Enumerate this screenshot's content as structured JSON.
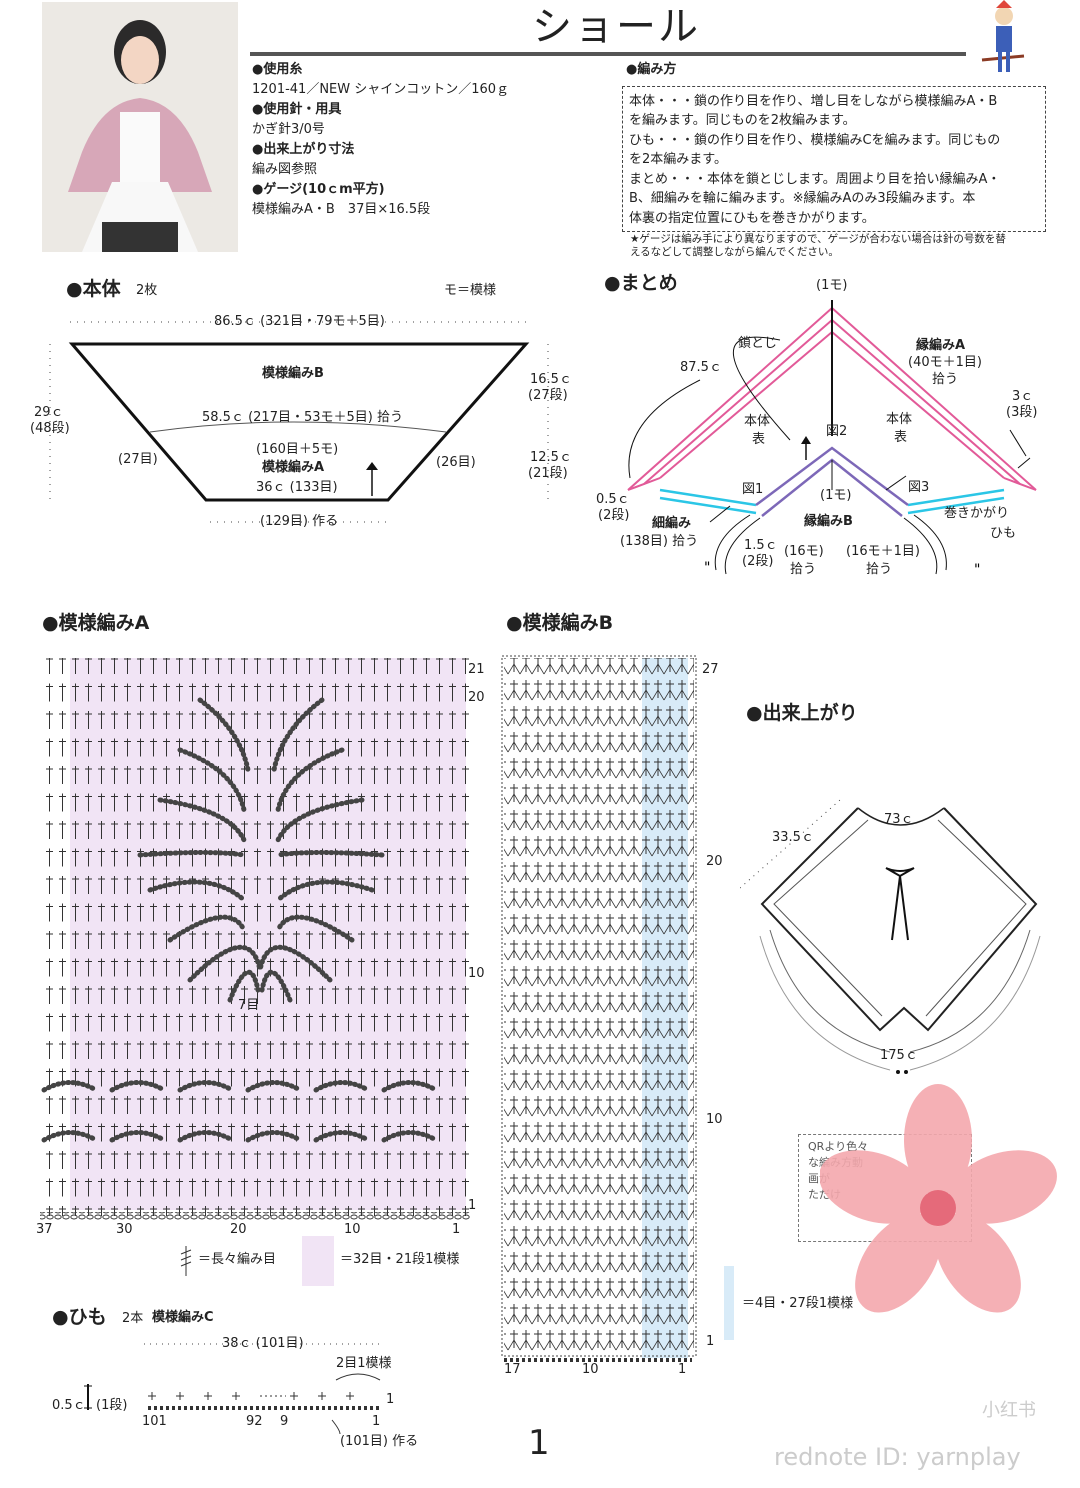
{
  "title": "ショール",
  "materials": {
    "yarn_h": "●使用糸",
    "yarn": "1201-41／NEW シャインコットン／160ｇ",
    "needle_h": "●使用針・用具",
    "needle": "かぎ針3/0号",
    "size_h": "●出来上がり寸法",
    "size": "編み図参照",
    "gauge_h": "●ゲージ(10ｃm平方)",
    "gauge": "模様編みA・B　37目×16.5段"
  },
  "method": {
    "heading": "●編み方",
    "lines": [
      "本体・・・鎖の作り目を作り、増し目をしながら模様編みA・B",
      "を編みます。同じものを2枚編みます。",
      "ひも・・・鎖の作り目を作り、模様編みCを編みます。同じもの",
      "を2本編みます。",
      "まとめ・・・本体を鎖とじします。周囲より目を拾い縁編みA・",
      "B、細編みを輪に編みます。※縁編みAのみ3段編みます。本",
      "体裏の指定位置にひもを巻きかがります。"
    ],
    "note1": "★ゲージは編み手により異なりますので、ゲージが合わない場合は針の号数を替",
    "note2": "えるなどして調整しながら編んでください。"
  },
  "body": {
    "heading": "●本体",
    "count": "2枚",
    "legend": "モ＝模様",
    "top": "86.5ｃ (321目・79モ＋5目)",
    "left": "29ｃ",
    "left2": "(48段)",
    "patB": "模様編みB",
    "mid": "58.5ｃ (217目・53モ＋5目) 拾う",
    "r1": "16.5ｃ",
    "r1b": "(27段)",
    "r2": "12.5ｃ",
    "r2b": "(21段)",
    "l27": "(27目)",
    "r26": "(26目)",
    "c160": "(160目＋5モ)",
    "patA": "模様編みA",
    "bottom": "36ｃ (133目)",
    "chain": "(129目) 作る"
  },
  "matome": {
    "heading": "●まとめ",
    "top": "(1モ)",
    "kusari": "鎖とじ",
    "len": "87.5ｃ",
    "edgeA": "縁編みA",
    "edgeA2": "(40モ＋1目)",
    "edgeA3": "拾う",
    "w3": "3ｃ",
    "w3b": "(3段)",
    "hontai": "本体",
    "omote": "表",
    "fig1": "図1",
    "fig2": "図2",
    "fig3": "図3",
    "m1": "(1モ)",
    "half": "0.5ｃ",
    "half2": "(2段)",
    "hosoami": "細編み",
    "hosoami2": "(138目) 拾う",
    "w15": "1.5ｃ",
    "w15b": "(2段)",
    "edgeB": "縁編みB",
    "m16": "(16モ)",
    "m16b": "拾う",
    "m16c": "(16モ＋1目)",
    "m16d": "拾う",
    "maki": "巻きかがり",
    "himo": "ひも"
  },
  "patternA": {
    "heading": "●模様編みA",
    "rows": [
      "21",
      "20",
      "10",
      "1"
    ],
    "cols": [
      "37",
      "30",
      "20",
      "10",
      "1"
    ],
    "seven": "7目",
    "leg1": "＝長々編み目",
    "leg2": "＝32目・21段1模様"
  },
  "patternB": {
    "heading": "●模様編みB",
    "rows": [
      "27",
      "20",
      "10",
      "1"
    ],
    "cols": [
      "17",
      "10",
      "1"
    ],
    "leg": "＝4目・27段1模様"
  },
  "finished": {
    "heading": "●出来上がり",
    "w1": "33.5ｃ",
    "w2": "73ｃ",
    "w3": "175ｃ"
  },
  "himo": {
    "heading": "●ひも",
    "count": "2本",
    "pat": "模様編みC",
    "len": "38ｃ (101目)",
    "rep": "2目1模様",
    "h": "0.5ｃ",
    "h2": "(1段)",
    "n101": "101",
    "n92": "92",
    "n9": "9",
    "n1": "1",
    "r1": "1",
    "chain": "(101目) 作る"
  },
  "qr": {
    "l1": "QRより色々",
    "l2": "な編み方動",
    "l3": "画が",
    "l4": "ただけ"
  },
  "page_no": "1",
  "watermark1": "小红书",
  "watermark2": "rednote ID: yarnplay",
  "colors": {
    "pink": "#e25a98",
    "cyan": "#2bc6e6",
    "purple": "#7d68b8",
    "lavender": "#f1e4f5",
    "lightblue": "#d8ebf8"
  }
}
